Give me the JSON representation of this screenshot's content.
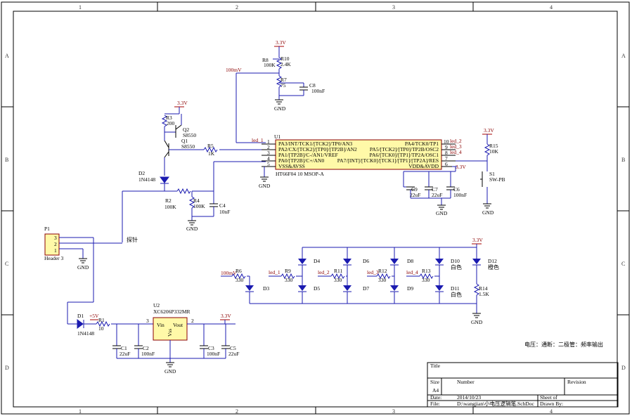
{
  "zones": {
    "columns": [
      "1",
      "2",
      "3",
      "4"
    ],
    "rows": [
      "A",
      "B",
      "C",
      "D"
    ]
  },
  "power": {
    "v33": "3.3V",
    "v5": "+5V",
    "mv100": "100mV",
    "gnd": "GND"
  },
  "mcu": {
    "ref": "U1",
    "part": "HT66F04 10 MSOP-A",
    "left_pins": [
      {
        "num": "1",
        "name": "PA3/INT/TCK1/[TCK2]/TP0/AN3",
        "net": "led_1"
      },
      {
        "num": "2",
        "name": "PA2/CX/[TCK2]/[TP0]/[TP2B]/AN2",
        "net": ""
      },
      {
        "num": "3",
        "name": "PA1/[TP2B]/C-/AN1/VREF",
        "net": ""
      },
      {
        "num": "4",
        "name": "PA0/[TP2B]/C+/AN0",
        "net": ""
      },
      {
        "num": "5",
        "name": "VSS&AVSS",
        "net": ""
      }
    ],
    "right_pins": [
      {
        "num": "10",
        "name": "PA4/TCK0/TP1",
        "net": "led_2"
      },
      {
        "num": "9",
        "name": "PA5/[TCK2]/[TP0]/TP2B/OSC2",
        "net": "led_3"
      },
      {
        "num": "8",
        "name": "PA6/[TCK0]/[TP1]/TP2A/OSC1",
        "net": "led_4"
      },
      {
        "num": "7",
        "name": "PA7/[INT]/[TCK0]/[TCK1]/[TP1]/[TP2A]/RES",
        "net": ""
      },
      {
        "num": "6",
        "name": "VDD&AVDD",
        "net": ""
      }
    ]
  },
  "regulator": {
    "ref": "U2",
    "part": "XC6206P332MR",
    "vin": "Vin",
    "vout": "Vout",
    "vss": "Vss",
    "pin_in": "3",
    "pin_out": "2"
  },
  "components": {
    "R8": [
      "R8",
      "100K"
    ],
    "R10": [
      "R10",
      "2.4K"
    ],
    "R7": [
      "R7",
      "75"
    ],
    "C8": [
      "C8",
      "100nF"
    ],
    "R3": [
      "R3",
      "200"
    ],
    "Q2": [
      "Q2",
      "S8550"
    ],
    "Q1": [
      "Q1",
      "S8550"
    ],
    "R5": [
      "R5",
      "1K"
    ],
    "D2": [
      "D2",
      "1N4148"
    ],
    "R2": [
      "R2",
      "100K"
    ],
    "R4": [
      "R4",
      "100K"
    ],
    "C4": [
      "C4",
      "10nF"
    ],
    "R15": [
      "R15",
      "10K"
    ],
    "S1": [
      "S1",
      "SW-PB"
    ],
    "C9": [
      "C9",
      "22uF"
    ],
    "C7": [
      "C7",
      "22uF"
    ],
    "C6": [
      "C6",
      "100nF"
    ],
    "P1": [
      "P1",
      "Header 3"
    ],
    "D1": [
      "D1",
      "1N4148"
    ],
    "R1": [
      "R1",
      "10"
    ],
    "C1": [
      "C1",
      "22uF"
    ],
    "C2": [
      "C2",
      "100nF"
    ],
    "C3": [
      "C3",
      "100nF"
    ],
    "C5": [
      "C5",
      "22uF"
    ],
    "R6": [
      "R6",
      "330"
    ],
    "R9": [
      "R9",
      "330"
    ],
    "R11": [
      "R11",
      "330"
    ],
    "R12": [
      "R12",
      "330"
    ],
    "R13": [
      "R13",
      "330"
    ],
    "R14": [
      "R14",
      "1.5K"
    ]
  },
  "leds": [
    "D3",
    "D4",
    "D5",
    "D6",
    "D7",
    "D8",
    "D9",
    "D10",
    "D11",
    "D12"
  ],
  "led_colors": {
    "D10": "白色",
    "D11": "白色",
    "D12": "橙色"
  },
  "header_pins": [
    "3",
    "2",
    "1"
  ],
  "nets": {
    "probe": "探针",
    "led1": "led_1",
    "led2": "led_2",
    "led3": "led_3",
    "led4": "led_4"
  },
  "note": "电压：通断：二极管：频率输出",
  "title_block": {
    "title_label": "Title",
    "size_label": "Size",
    "size_value": "A4",
    "number_label": "Number",
    "revision_label": "Revision",
    "date_label": "Date:",
    "date_value": "2014/10/23",
    "file_label": "File:",
    "file_value": "D:\\wangjian\\小电压逻辑笔.SchDoc",
    "sheet_label": "Sheet   of",
    "drawn_label": "Drawn By:"
  },
  "colors": {
    "wire": "#1b1bb0",
    "power": "#a40000",
    "mcu_fill": "#fff9a8",
    "reg_fill": "#fff9a8",
    "border": "#000000"
  }
}
